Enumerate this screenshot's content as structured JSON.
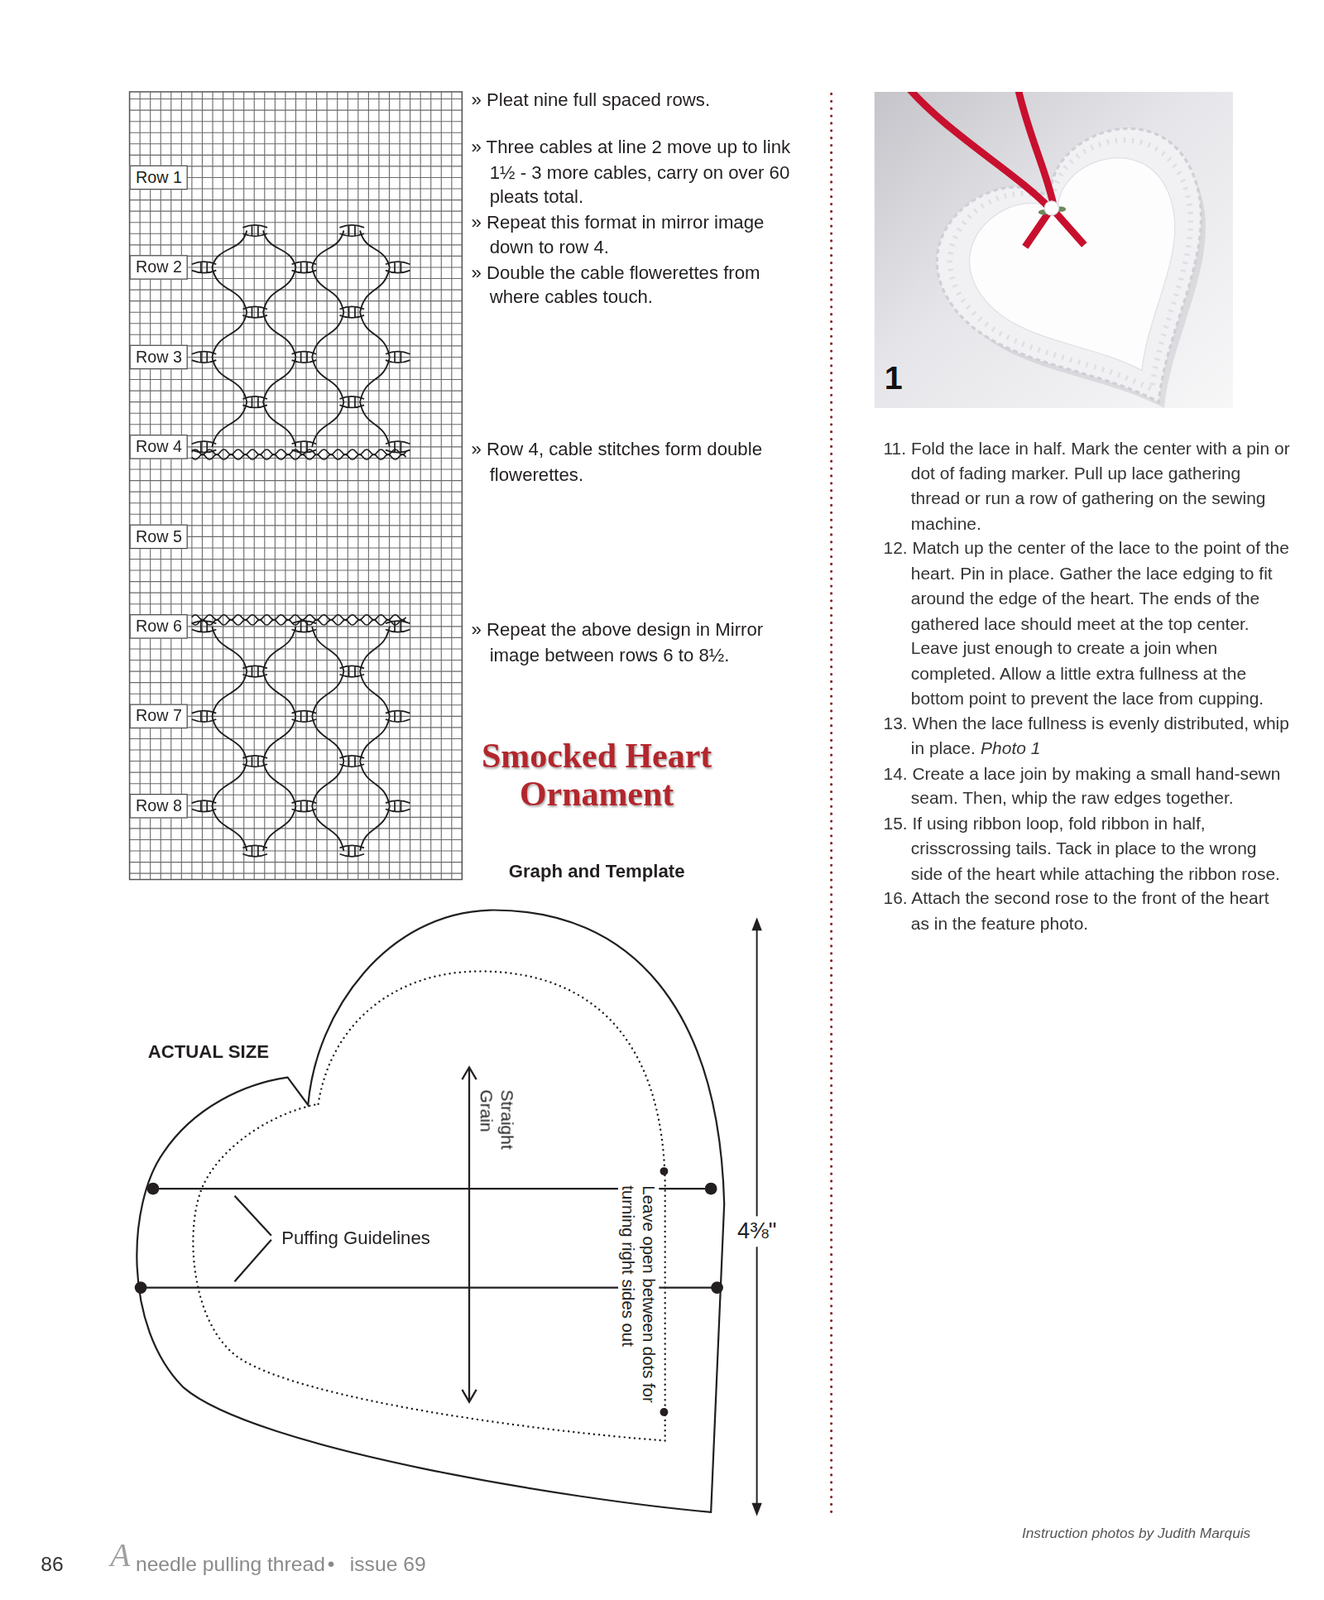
{
  "diagram": {
    "title": "Smocked Heart Ornament",
    "nodes": [
      {
        "text": [
          "Row 1"
        ]
      },
      {
        "text": [
          "Row 2"
        ]
      },
      {
        "text": [
          "Row 3"
        ]
      },
      {
        "text": [
          "Row 4"
        ]
      },
      {
        "text": [
          "Row 5"
        ]
      },
      {
        "text": [
          "Row 6"
        ]
      },
      {
        "text": [
          "Row 7"
        ]
      },
      {
        "text": [
          "Row 8"
        ]
      },
      {
        "text": [
          "Straight Grain",
          "Puffing Guidelines",
          "Leave open between dots for turning right sides out"
        ]
      },
      {
        "text": [
          "1"
        ]
      }
    ],
    "labels": [
      "» Pleat nine full spaced rows.",
      "» Three cables at line 2 move up to link 1½ - 3 more cables, carry on over 60 pleats total.",
      "» Repeat this format in mirror image down to row 4.",
      "» Double the cable flowerettes from where cables touch.",
      "» Row 4, cable stitches form double flowerettes.",
      "» Repeat the above design in Mirror image between rows 6 to 8½.",
      "Graph and Template",
      "ACTUAL SIZE",
      "4⅜\"",
      "11. Fold the lace in half. Mark the center with a pin or dot of fading marker. Pull up lace gathering thread or run a row of gathering on the sewing machine.",
      "12. Match up the center of the lace to the point of the heart. Pin in place. Gather the lace edging to fit around the edge of the heart. The ends of the gathered lace should meet at the top center. Leave just enough to create a join when completed. Allow a little extra fullness at the bottom point to prevent the lace from cupping.",
      "13. When the lace fullness is evenly distributed, whip in place.",
      "Photo 1",
      "14. Create a lace join by making a small hand-sewn seam. Then, whip the raw edges together.",
      "15. If using ribbon loop, fold ribbon in half, crisscrossing tails. Tack in place to the wrong side of the heart while attaching the ribbon rose.",
      "16. Attach the second rose to the front of the heart as in the feature photo.",
      "Instruction photos by Judith Marquis",
      "86",
      "A",
      "needle pulling thread",
      "•",
      "issue 69"
    ]
  }
}
